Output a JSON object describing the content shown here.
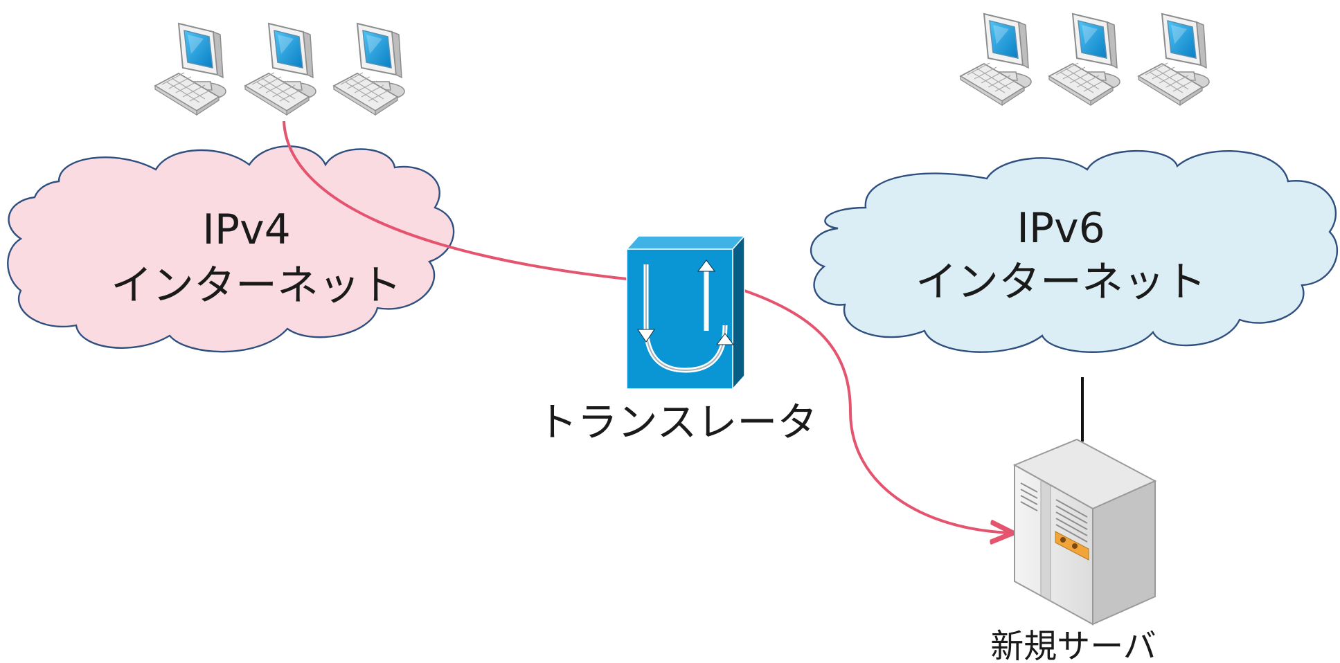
{
  "diagram": {
    "ipv4_cloud": {
      "line1": "IPv4",
      "line2": "インターネット",
      "fill_color": "#fadbe2",
      "stroke_color": "#2f4f7f"
    },
    "ipv6_cloud": {
      "line1": "IPv6",
      "line2": "インターネット",
      "fill_color": "#dbeef5",
      "stroke_color": "#2f4f7f"
    },
    "translator": {
      "label": "トランスレータ",
      "color": "#0a95d4"
    },
    "new_server": {
      "label": "新規サーバ"
    },
    "connection_color": "#e4546f",
    "link_color": "#111111"
  }
}
